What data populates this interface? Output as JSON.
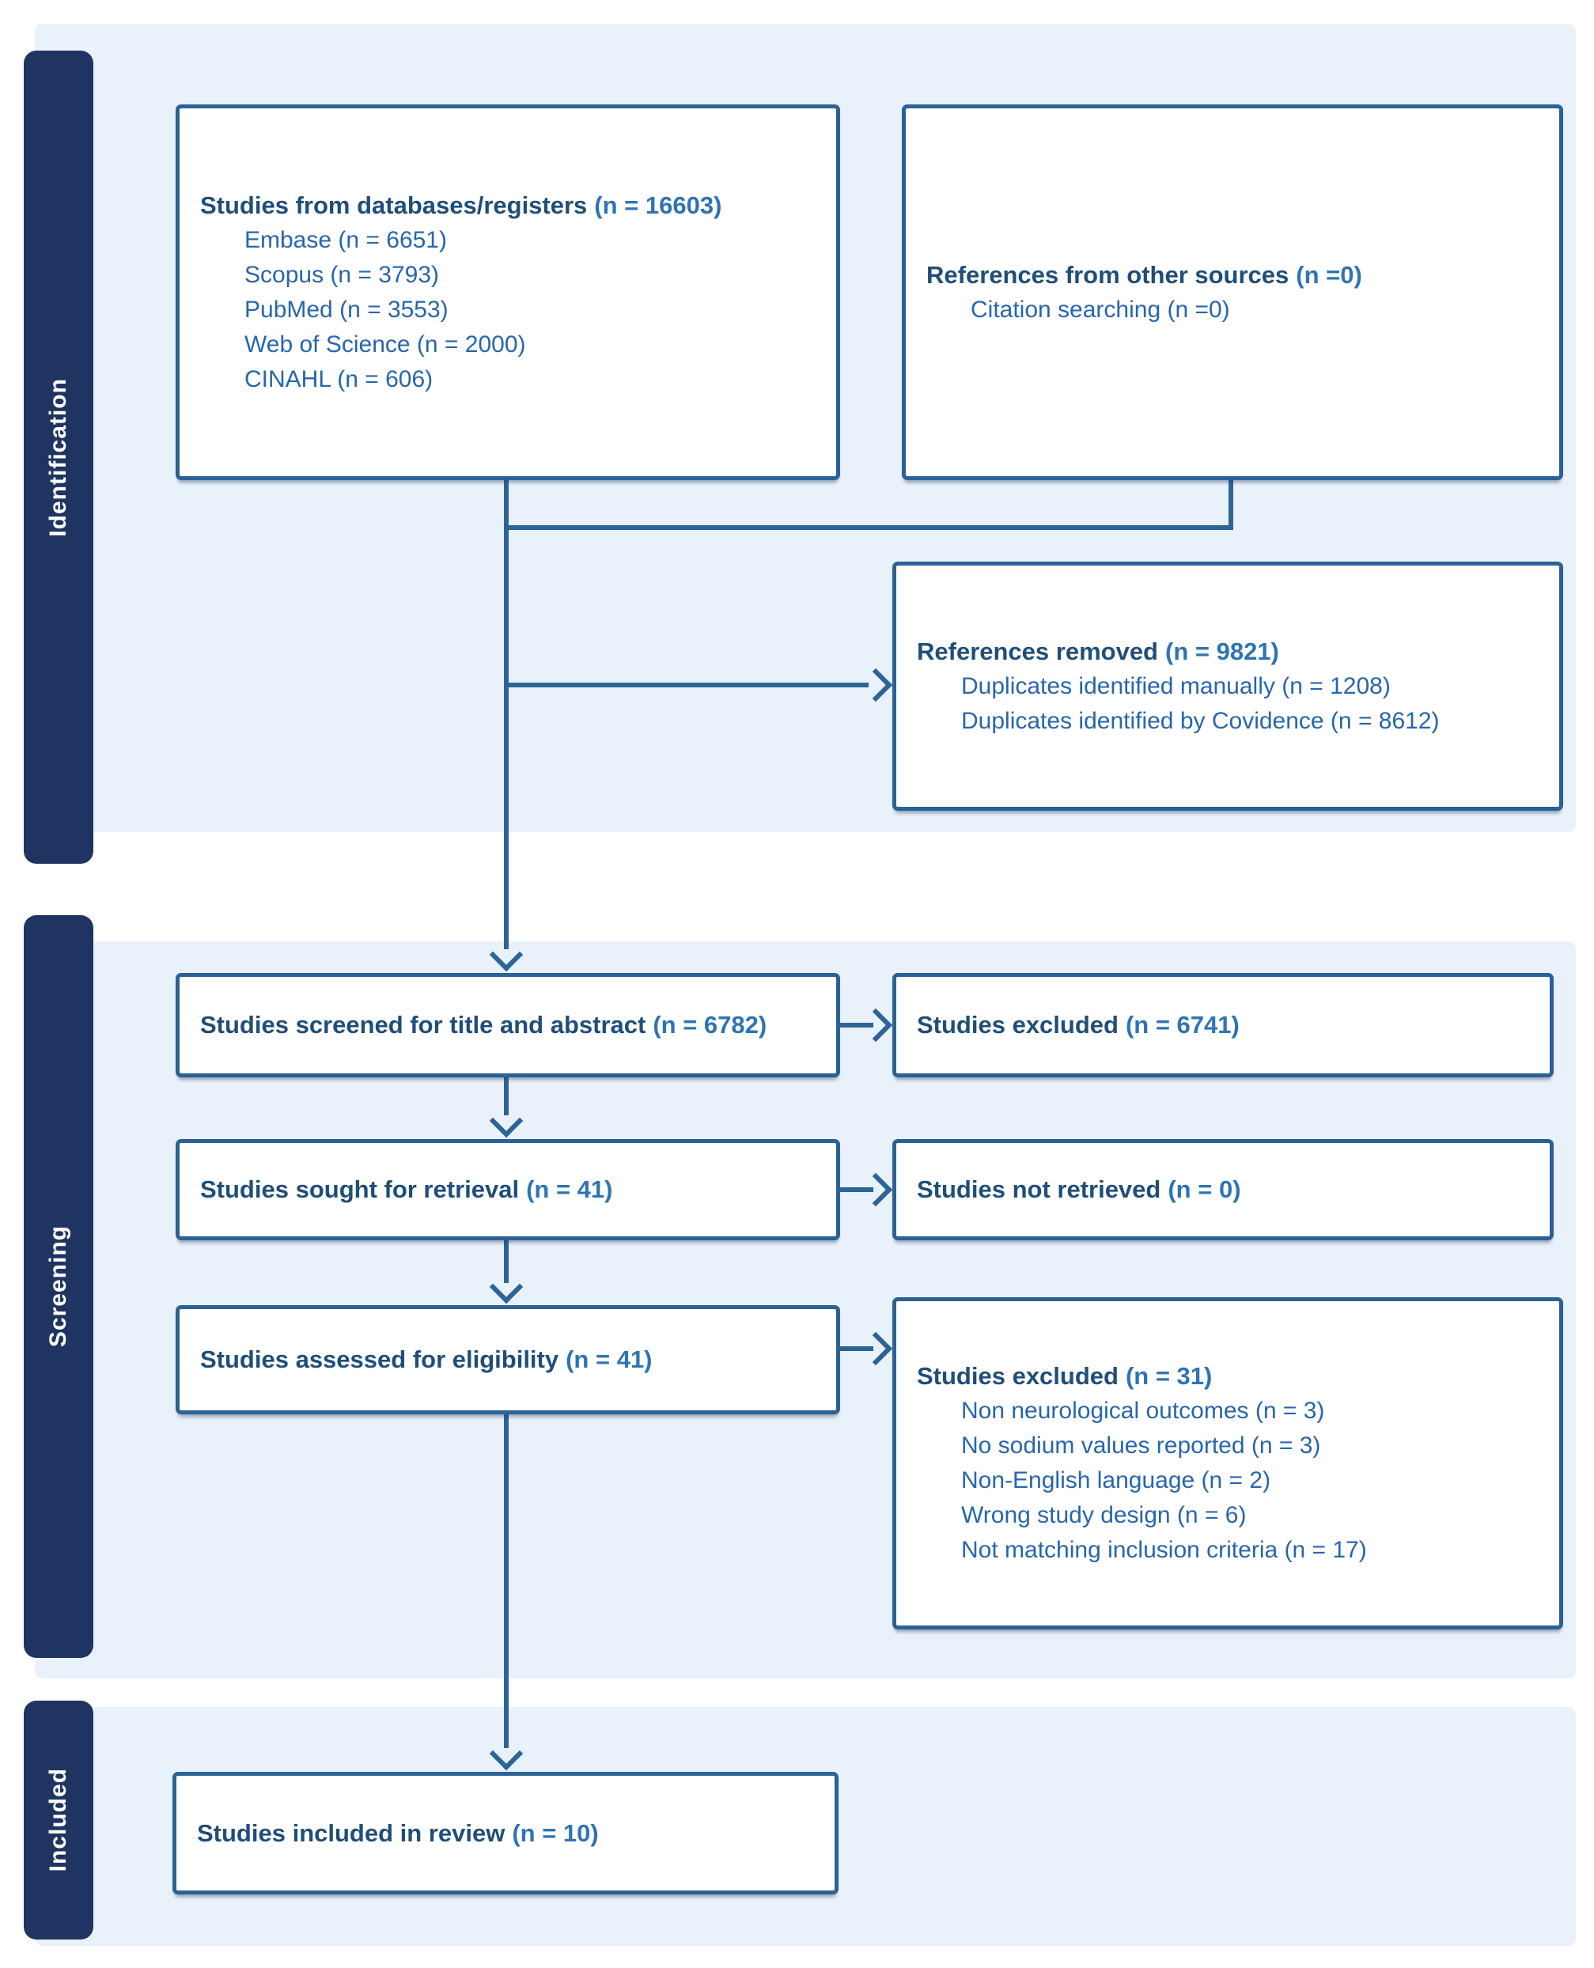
{
  "diagram": {
    "stages": [
      {
        "id": "identification",
        "label": "Identification"
      },
      {
        "id": "screening",
        "label": "Screening"
      },
      {
        "id": "included",
        "label": "Included"
      }
    ],
    "boxes": {
      "databases": {
        "title": "Studies from databases/registers",
        "n": "(n = 16603)",
        "items": [
          "Embase (n = 6651)",
          "Scopus (n = 3793)",
          "PubMed (n = 3553)",
          "Web of Science (n = 2000)",
          "CINAHL (n = 606)"
        ]
      },
      "other_sources": {
        "title": "References from other sources",
        "n": "(n =0)",
        "items": [
          "Citation searching (n =0)"
        ]
      },
      "references_removed": {
        "title": "References removed",
        "n": "(n = 9821)",
        "items": [
          "Duplicates identified manually (n = 1208)",
          "Duplicates identified by Covidence (n = 8612)"
        ]
      },
      "screened": {
        "title": "Studies screened for title and abstract",
        "n": "(n = 6782)"
      },
      "excluded_screening": {
        "title": "Studies excluded",
        "n": "(n = 6741)"
      },
      "sought": {
        "title": "Studies sought for retrieval",
        "n": "(n = 41)"
      },
      "not_retrieved": {
        "title": "Studies not retrieved",
        "n": "(n = 0)"
      },
      "assessed": {
        "title": "Studies assessed for eligibility",
        "n": "(n = 41)"
      },
      "excluded_eligibility": {
        "title": "Studies excluded",
        "n": "(n = 31)",
        "items": [
          "Non neurological outcomes (n = 3)",
          "No sodium values reported (n = 3)",
          "Non-English language (n = 2)",
          "Wrong study design (n = 6)",
          "Not matching inclusion criteria  (n = 17)"
        ]
      },
      "included": {
        "title": "Studies included in review",
        "n": "(n = 10)"
      }
    },
    "colors": {
      "accent_line": "#2D6497",
      "box_border": "#2B6195",
      "stage_bar": "#1F3460",
      "panel_bg": "#E9F1FB",
      "label_text": "#1F4E79",
      "value_text": "#2E74B5",
      "sub_text": "#2766AC"
    }
  }
}
